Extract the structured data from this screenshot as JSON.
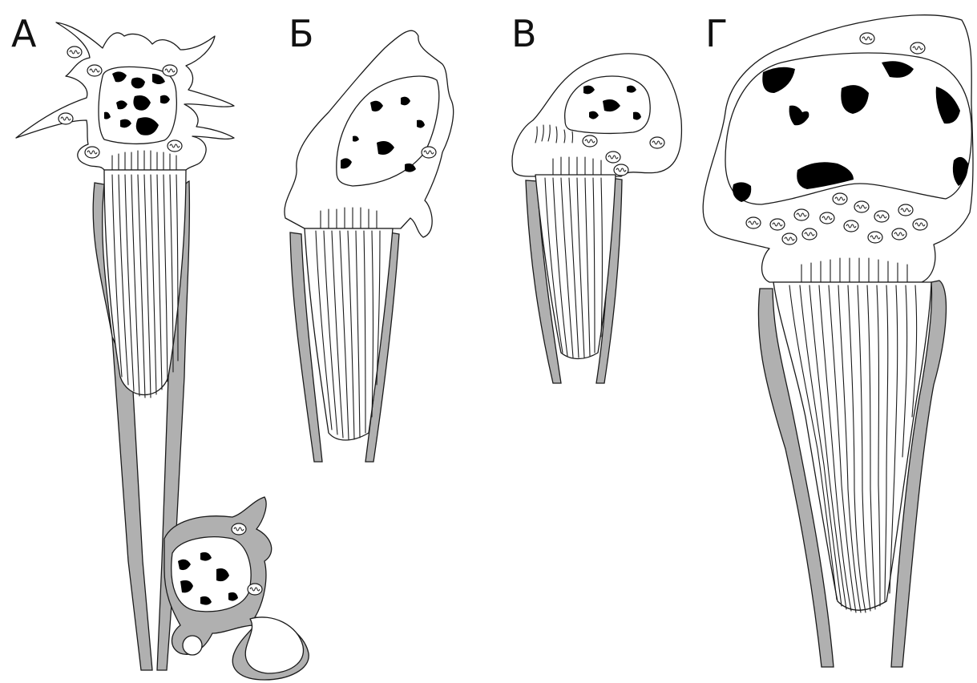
{
  "panels": [
    {
      "id": "A",
      "label": "А"
    },
    {
      "id": "B",
      "label": "Б"
    },
    {
      "id": "C",
      "label": "В"
    },
    {
      "id": "D",
      "label": "Г"
    }
  ],
  "colors": {
    "background": "#ffffff",
    "outline": "#1a1a1a",
    "cytoplasm": "#ffffff",
    "glia_sheath": "#b0b0b0",
    "chromatin": "#000000"
  },
  "icons": [
    "mitochondrion-icon",
    "chromatin-clump",
    "microvilli-icon",
    "root-fiber-icon"
  ]
}
